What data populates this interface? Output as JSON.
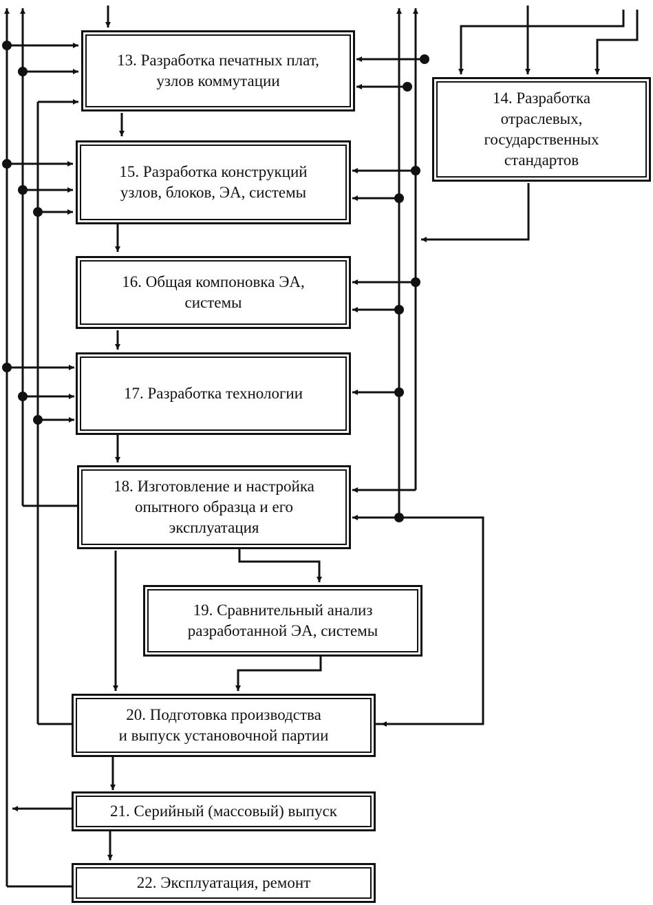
{
  "diagram": {
    "boxes": {
      "b13": "13. Разработка печатных плат,\nузлов коммутации",
      "b14": "14. Разработка\nотраслевых,\nгосударственных\nстандартов",
      "b15": "15. Разработка конструкций\nузлов, блоков, ЭА, системы",
      "b16": "16. Общая компоновка ЭА,\nсистемы",
      "b17": "17. Разработка технологии",
      "b18": "18. Изготовление и настройка\nопытного образца и его\nэксплуатация",
      "b19": "19. Сравнительный анализ\nразработанной ЭА, системы",
      "b20": "20. Подготовка производства\nи выпуск установочной партии",
      "b21": "21. Серийный (массовый) выпуск",
      "b22": "22. Эксплуатация, ремонт"
    }
  }
}
